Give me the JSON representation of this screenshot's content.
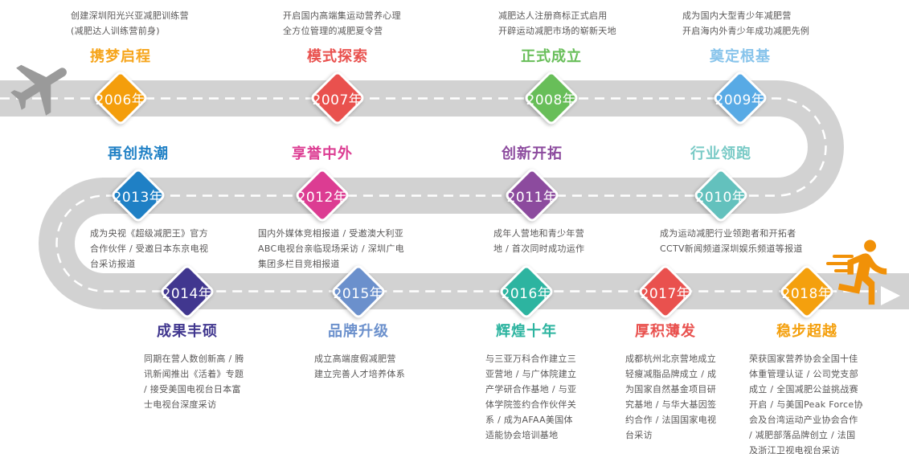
{
  "page": {
    "background": "#ffffff"
  },
  "road": {
    "color": "#d2d2d2",
    "centerline_color": "#ffffff",
    "arrow_color": "#ffffff"
  },
  "icons": {
    "airplane_color": "#9a9a9a",
    "runner_color": "#f19108"
  },
  "milestones": [
    {
      "year": "2006年",
      "title": "携梦启程",
      "color": "#f49e0c",
      "title_color": "#f6a51c",
      "description": "创建深圳阳光兴亚减肥训练营\n(减肥达人训练营前身)"
    },
    {
      "year": "2007年",
      "title": "模式探索",
      "color": "#e9514e",
      "title_color": "#e9514e",
      "description": "开启国内高端集运动营养心理\n全方位管理的减肥夏令营"
    },
    {
      "year": "2008年",
      "title": "正式成立",
      "color": "#68be59",
      "title_color": "#68be59",
      "description": "减肥达人注册商标正式启用\n开辟运动减肥市场的崭新天地"
    },
    {
      "year": "2009年",
      "title": "奠定根基",
      "color": "#58aae5",
      "title_color": "#88c4eb",
      "description": "成为国内大型青少年减肥营\n开启海内外青少年成功减肥先例"
    },
    {
      "year": "2013年",
      "title": "再创热潮",
      "color": "#1f80c5",
      "title_color": "#1f80c5",
      "description": "成为央视《超级减肥王》官方\n合作伙伴 / 受邀日本东京电视\n台采访报道"
    },
    {
      "year": "2012年",
      "title": "享誉中外",
      "color": "#dc3c92",
      "title_color": "#dc3c92",
      "description": "国内外媒体竞相报道 / 受邀澳大利亚\nABC电视台亲临现场采访 / 深圳广电\n集团多栏目竞相报道"
    },
    {
      "year": "2011年",
      "title": "创新开拓",
      "color": "#8c4b9e",
      "title_color": "#8c4b9e",
      "description": "成年人营地和青少年营\n地 / 首次同时成功运作"
    },
    {
      "year": "2010年",
      "title": "行业领跑",
      "color": "#63c1bd",
      "title_color": "#79cac6",
      "description": "成为运动减肥行业领跑者和开拓者\nCCTV新闻频道深圳娱乐频道等报道"
    },
    {
      "year": "2014年",
      "title": "成果丰硕",
      "color": "#41378f",
      "title_color": "#41378f",
      "description": "同期在营人数创新高 / 腾\n讯新闻推出《活着》专题\n/ 接受美国电视台日本富\n士电视台深度采访"
    },
    {
      "year": "2015年",
      "title": "品牌升级",
      "color": "#6b90cc",
      "title_color": "#6b90cc",
      "description": "成立高端度假减肥营\n建立完善人才培养体系"
    },
    {
      "year": "2016年",
      "title": "辉煌十年",
      "color": "#2db4a0",
      "title_color": "#2db4a0",
      "description": "与三亚万科合作建立三\n亚营地 / 与广体院建立\n产学研合作基地 / 与亚\n体学院签约合作伙伴关\n系 / 成为AFAA美国体\n适能协会培训基地"
    },
    {
      "year": "2017年",
      "title": "厚积薄发",
      "color": "#e9514e",
      "title_color": "#e9514e",
      "description": "成都杭州北京营地成立\n轻瘦减脂品牌成立 / 成\n为国家自然基金项目研\n究基地 / 与华大基因签\n约合作 / 法国国家电视\n台采访"
    },
    {
      "year": "2018年",
      "title": "稳步超越",
      "color": "#f4a00e",
      "title_color": "#f4a00e",
      "description": "荣获国家营养协会全国十佳\n体重管理认证 / 公司党支部\n成立 / 全国减肥公益挑战赛\n开启 / 与美国Peak Force协\n会及台湾运动产业协会合作\n/ 减肥部落品牌创立 / 法国\n及浙江卫视电视台采访"
    }
  ]
}
